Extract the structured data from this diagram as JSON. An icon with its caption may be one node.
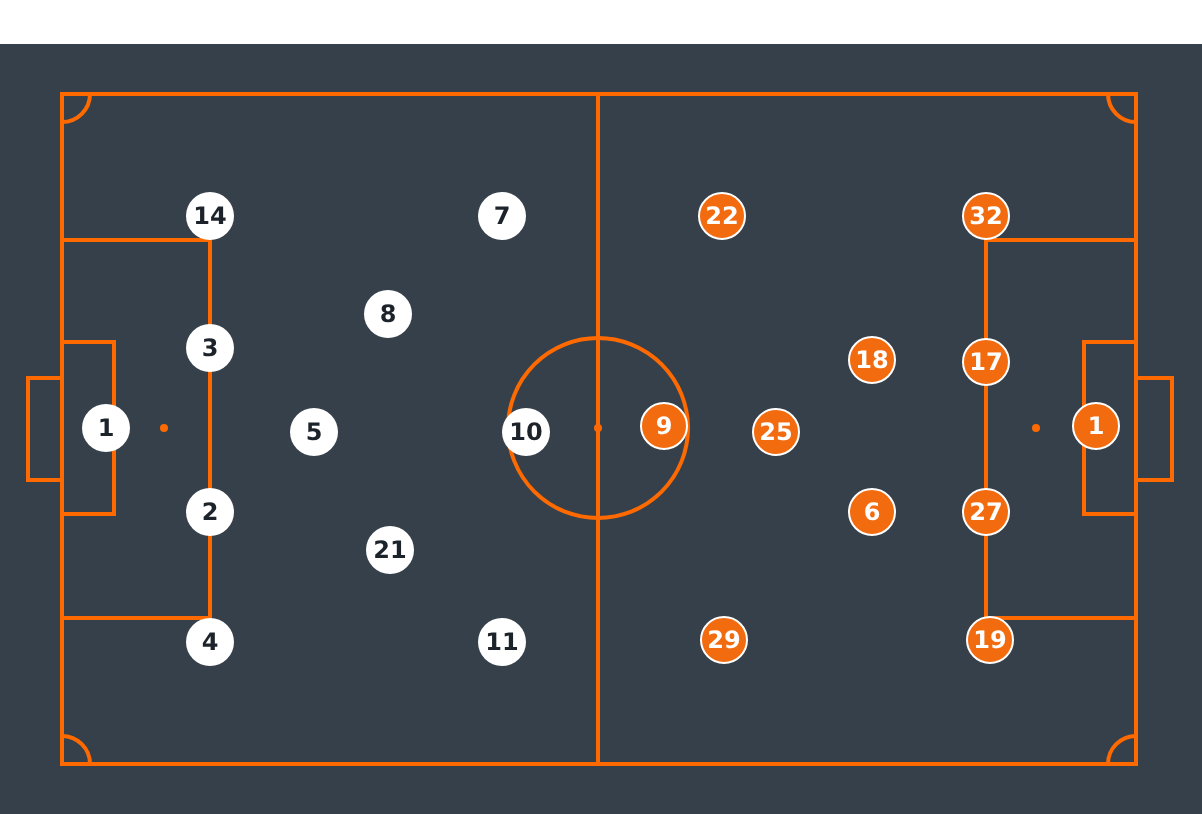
{
  "diagram": {
    "nodes": [
      {
        "text": [
          "14"
        ]
      },
      {
        "text": [
          "7"
        ]
      },
      {
        "text": [
          "8"
        ]
      },
      {
        "text": [
          "3"
        ]
      },
      {
        "text": [
          "1"
        ]
      },
      {
        "text": [
          "5"
        ]
      },
      {
        "text": [
          "10"
        ]
      },
      {
        "text": [
          "2"
        ]
      },
      {
        "text": [
          "21"
        ]
      },
      {
        "text": [
          "4"
        ]
      },
      {
        "text": [
          "11"
        ]
      },
      {
        "text": [
          "22"
        ]
      },
      {
        "text": [
          "32"
        ]
      },
      {
        "text": [
          "18"
        ]
      },
      {
        "text": [
          "17"
        ]
      },
      {
        "text": [
          "9"
        ]
      },
      {
        "text": [
          "25"
        ]
      },
      {
        "text": [
          "1"
        ]
      },
      {
        "text": [
          "6"
        ]
      },
      {
        "text": [
          "27"
        ]
      },
      {
        "text": [
          "29"
        ]
      },
      {
        "text": [
          "19"
        ]
      }
    ]
  }
}
